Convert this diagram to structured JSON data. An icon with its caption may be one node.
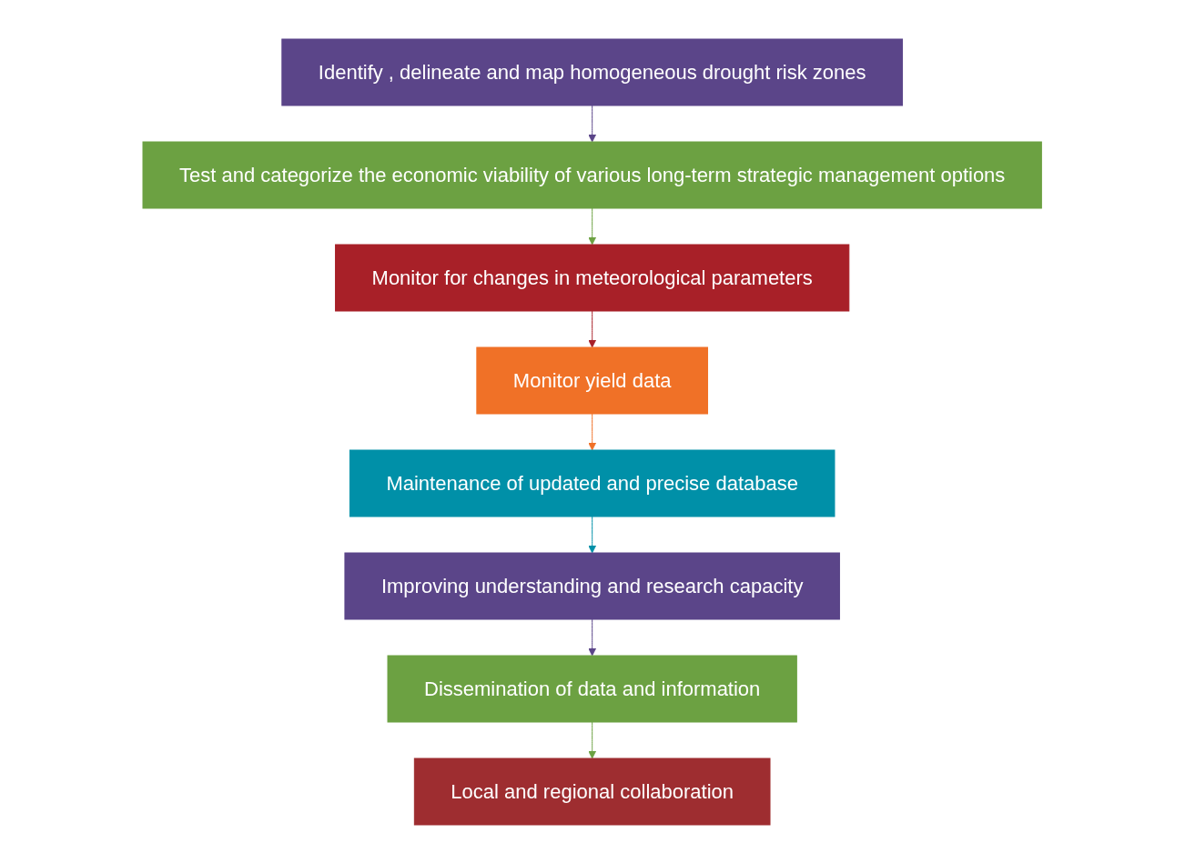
{
  "diagram": {
    "nodes": [
      {
        "text": [
          "Identify , delineate and map homogeneous drought risk zones"
        ]
      },
      {
        "text": [
          "Test and categorize the economic viability of various long-term strategic management options"
        ]
      },
      {
        "text": [
          "Monitor for changes in meteorological parameters"
        ]
      },
      {
        "text": [
          "Monitor yield data"
        ]
      },
      {
        "text": [
          "Maintenance of updated and precise database"
        ]
      },
      {
        "text": [
          "Improving understanding and research capacity"
        ]
      },
      {
        "text": [
          "Dissemination of data and information"
        ]
      },
      {
        "text": [
          "Local and regional collaboration"
        ]
      }
    ],
    "edges": [
      {
        "from": 0,
        "to": 1,
        "arrow": "to",
        "color": "#5b4589"
      },
      {
        "from": 1,
        "to": 2,
        "arrow": "to",
        "color": "#6ca142"
      },
      {
        "from": 2,
        "to": 3,
        "arrow": "to",
        "color": "#a82028"
      },
      {
        "from": 3,
        "to": 4,
        "arrow": "to",
        "color": "#f07127"
      },
      {
        "from": 4,
        "to": 5,
        "arrow": "to",
        "color": "#0090a8"
      },
      {
        "from": 5,
        "to": 6,
        "arrow": "to",
        "color": "#5b4589"
      },
      {
        "from": 6,
        "to": 7,
        "arrow": "to",
        "color": "#6ca142"
      }
    ]
  }
}
